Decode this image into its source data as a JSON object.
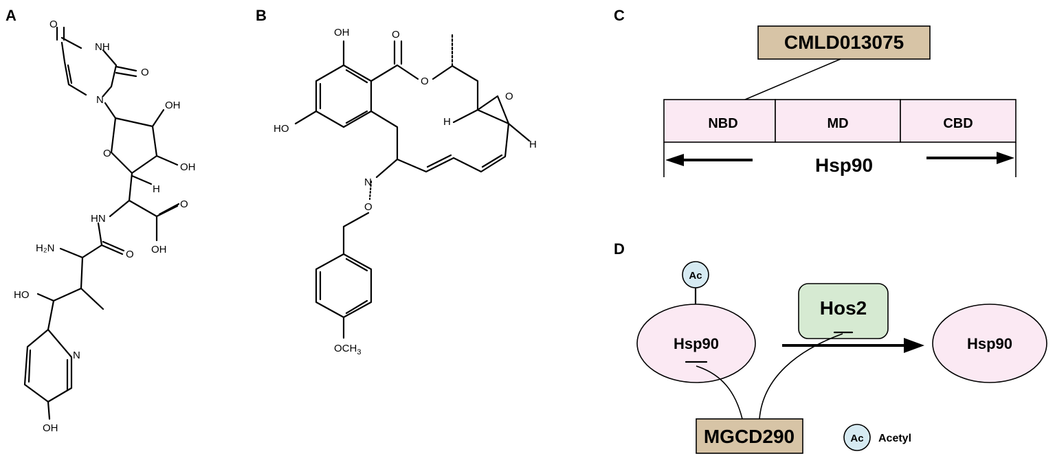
{
  "panels": {
    "a": {
      "label": "A"
    },
    "b": {
      "label": "B"
    },
    "c": {
      "label": "C"
    },
    "d": {
      "label": "D"
    }
  },
  "structure_a": {
    "atoms": {
      "o_top": "O",
      "nh": "NH",
      "o_right": "O",
      "n_ring": "N",
      "oh_1": "OH",
      "o_ring": "O",
      "oh_2": "OH",
      "h": "H",
      "hn": "HN",
      "o_acid": "O",
      "oh_acid": "OH",
      "h2n": "H₂N",
      "o_amide": "O",
      "ho": "HO",
      "n_pyr": "N",
      "oh_pyr": "OH"
    }
  },
  "structure_b": {
    "atoms": {
      "oh_top": "OH",
      "ho_left": "HO",
      "o_carbonyl": "O",
      "o_ester": "O",
      "o_epoxide": "O",
      "h_left": "H",
      "h_right": "H",
      "n_oxime": "N",
      "o_oxime": "O",
      "och3": "OCH",
      "och3_sub": "3"
    }
  },
  "panel_c": {
    "compound": "CMLD013075",
    "protein": "Hsp90",
    "domains": [
      "NBD",
      "MD",
      "CBD"
    ],
    "colors": {
      "compound_box": "#d7c4a6",
      "domain_fill": "#fbe9f3"
    }
  },
  "panel_d": {
    "acetylated": "Hsp90",
    "deacetylase": "Hos2",
    "product": "Hsp90",
    "inhibitor": "MGCD290",
    "acetyl_symbol": "Ac",
    "legend_label": "Acetyl",
    "colors": {
      "hsp90_fill": "#fbe9f3",
      "hos2_fill": "#d6ead2",
      "mgcd_fill": "#d7c4a6",
      "ac_fill": "#d6eaf2"
    }
  }
}
